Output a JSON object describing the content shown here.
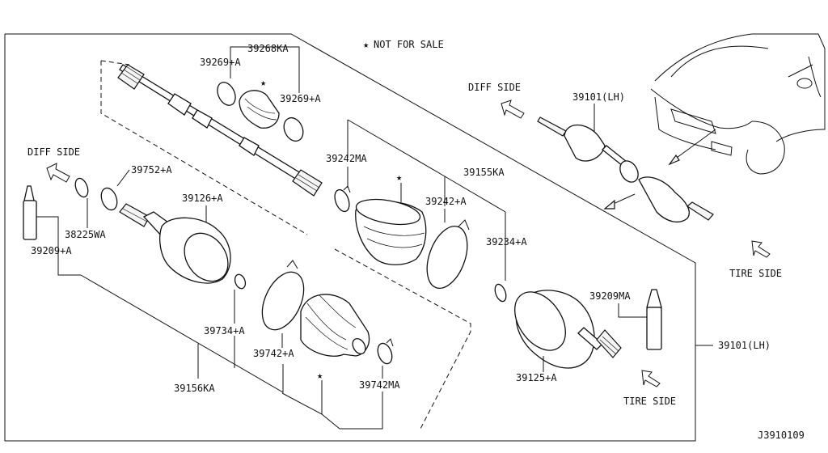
{
  "legend": {
    "star": "★",
    "text": "NOT FOR SALE"
  },
  "labels": {
    "p39268KA": "39268KA",
    "p39269A_top": "39269+A",
    "p39269A_right": "39269+A",
    "diff_side_top": "DIFF SIDE",
    "diff_side_left": "DIFF SIDE",
    "p39101LH_top": "39101(LH)",
    "p39101LH_right": "39101(LH)",
    "p39752A": "39752+A",
    "p39242MA": "39242MA",
    "p39155KA": "39155KA",
    "p39126A": "39126+A",
    "p39242A": "39242+A",
    "p38225WA": "38225WA",
    "p39209A": "39209+A",
    "p39234A": "39234+A",
    "tire_side_right": "TIRE SIDE",
    "p39209MA": "39209MA",
    "p39734A": "39734+A",
    "p39742A": "39742+A",
    "p39742MA": "39742MA",
    "p39125A": "39125+A",
    "p39156KA": "39156KA",
    "tire_side_bottom": "TIRE SIDE",
    "drawing_id": "J3910109"
  },
  "stars": {
    "s1": "★",
    "s2": "★",
    "s3": "★"
  }
}
